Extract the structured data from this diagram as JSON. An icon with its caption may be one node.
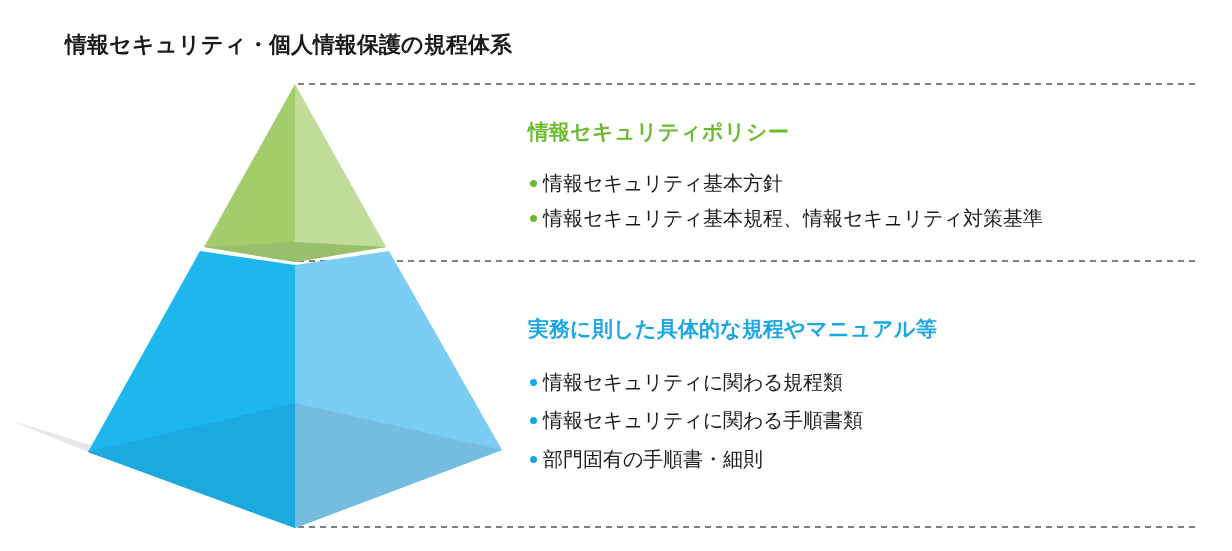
{
  "diagram": {
    "title": "情報セキュリティ・個人情報保護の規程体系",
    "labels": [
      "情報セキュリティポリシー",
      "情報セキュリティ基本方針",
      "情報セキュリティ基本規程、情報セキュリティ対策基準",
      "実務に則した具体的な規程やマニュアル等",
      "情報セキュリティに関わる規程類",
      "情報セキュリティに関わる手順書類",
      "部門固有の手順書・細則"
    ]
  }
}
